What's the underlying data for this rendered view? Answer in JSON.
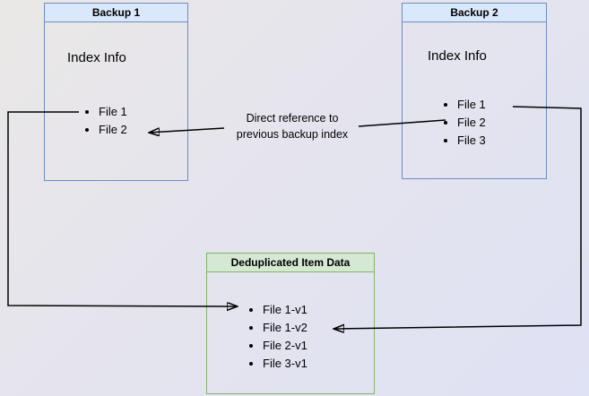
{
  "diagram": {
    "backup1": {
      "title": "Backup 1",
      "subtitle": "Index Info",
      "items": [
        "File 1",
        "File 2"
      ]
    },
    "backup2": {
      "title": "Backup 2",
      "subtitle": "Index Info",
      "items": [
        "File 1",
        "File 2",
        "File 3"
      ]
    },
    "dedup": {
      "title": "Deduplicated Item Data",
      "items": [
        "File 1-v1",
        "File 1-v2",
        "File 2-v1",
        "File 3-v1"
      ]
    },
    "annotation": {
      "line1": "Direct reference to",
      "line2": "previous backup index"
    },
    "colors": {
      "blue_border": "#6c8ebf",
      "blue_header_fill": "#dae8fc",
      "green_border": "#82b366",
      "green_header_fill": "#d5e8d4",
      "arrow": "#000000",
      "background_start": "#eae8e6",
      "background_end": "#dfe2f4"
    }
  }
}
